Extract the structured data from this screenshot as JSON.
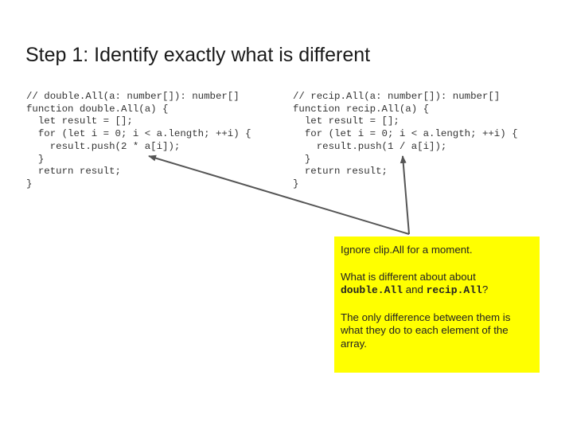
{
  "title": "Step 1: Identify exactly what is different",
  "code_left": [
    "// double.All(a: number[]): number[]",
    "function double.All(a) {",
    "  let result = [];",
    "  for (let i = 0; i < a.length; ++i) {",
    "    result.push(2 * a[i]);",
    "  }",
    "  return result;",
    "}"
  ],
  "code_right": [
    "// recip.All(a: number[]): number[]",
    "function recip.All(a) {",
    "  let result = [];",
    "  for (let i = 0; i < a.length; ++i) {",
    "    result.push(1 / a[i]);",
    "  }",
    "  return result;",
    "}"
  ],
  "note": {
    "para1": "Ignore clip.All for a moment.",
    "para2_pre": "What is different about about ",
    "para2_code1": "double.All",
    "para2_mid": " and ",
    "para2_code2": "recip.All",
    "para2_post": "?",
    "para3": "The only difference between them is what they do to each element of the array.",
    "background": "#ffff00"
  }
}
